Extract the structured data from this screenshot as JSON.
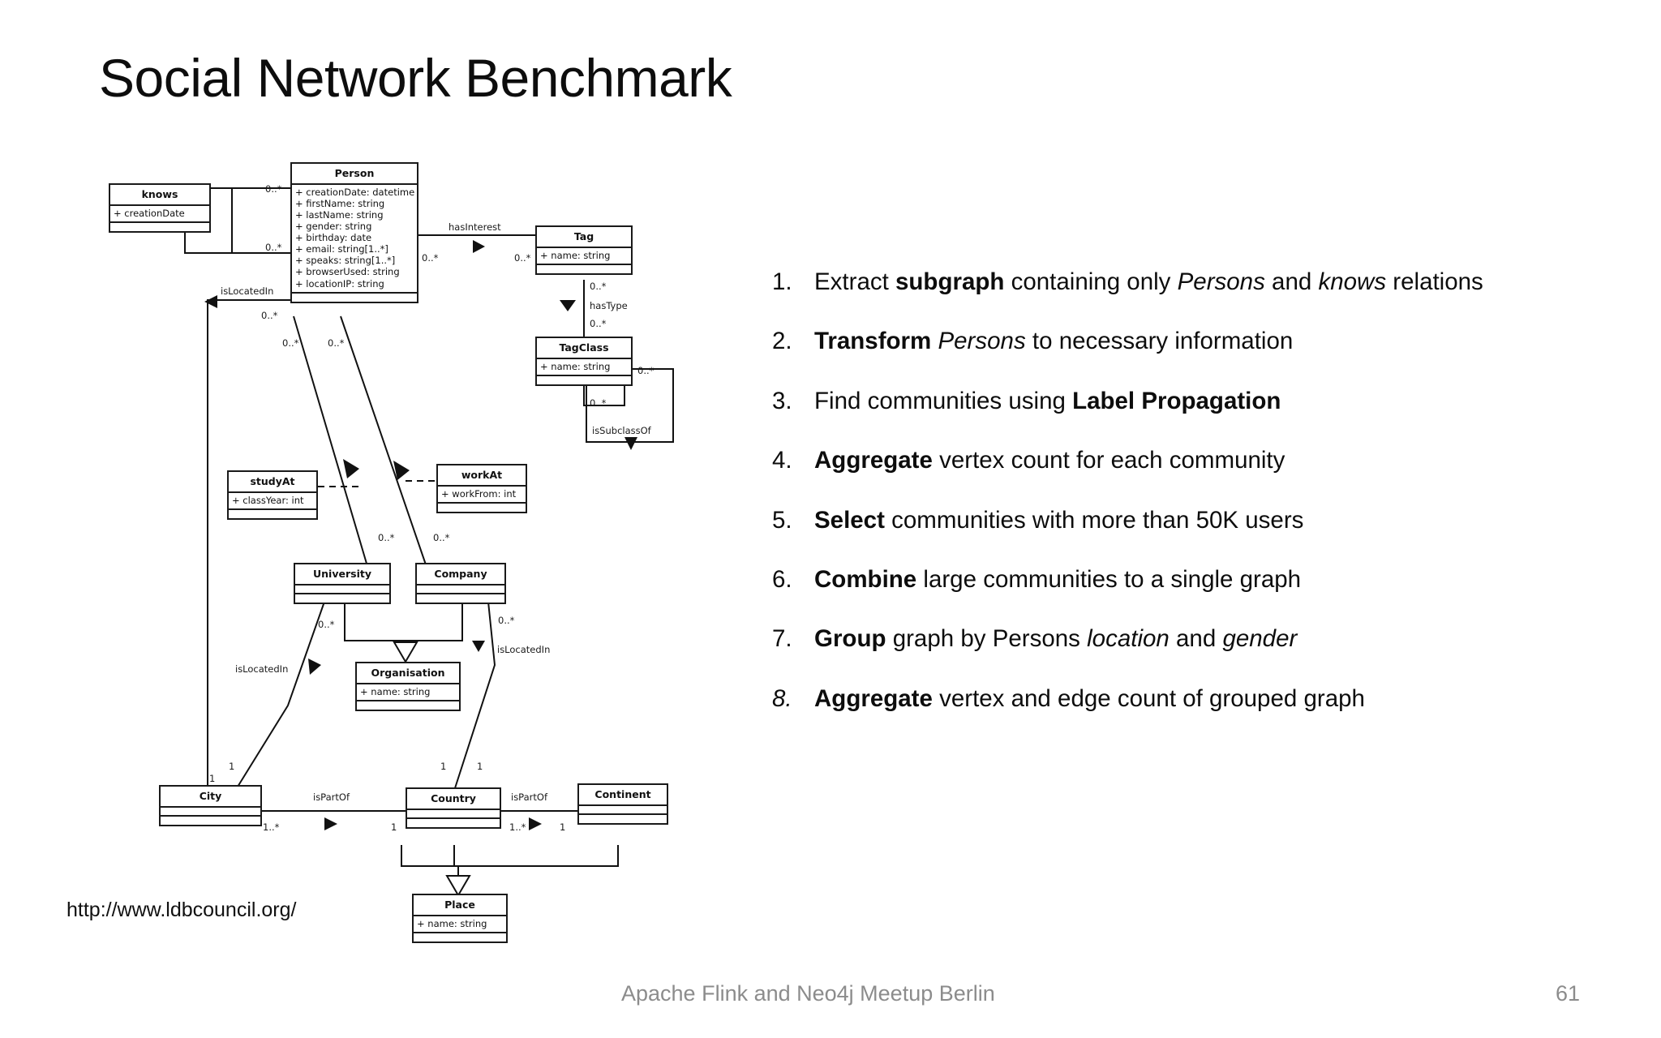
{
  "slide": {
    "title": "Social Network Benchmark",
    "source_url": "http://www.ldbcouncil.org/",
    "footer": {
      "text": "Apache Flink and Neo4j Meetup Berlin",
      "page_number": "61"
    }
  },
  "diagram": {
    "type": "uml-class-diagram",
    "classes": [
      {
        "id": "knows",
        "name": "knows",
        "attributes": [
          "+ creationDate"
        ]
      },
      {
        "id": "person",
        "name": "Person",
        "attributes": [
          "+ creationDate: datetime",
          "+ firstName: string",
          "+ lastName: string",
          "+ gender: string",
          "+ birthday: date",
          "+ email: string[1..*]",
          "+ speaks: string[1..*]",
          "+ browserUsed: string",
          "+ locationIP: string"
        ]
      },
      {
        "id": "tag",
        "name": "Tag",
        "attributes": [
          "+ name: string"
        ]
      },
      {
        "id": "tagclass",
        "name": "TagClass",
        "attributes": [
          "+ name: string"
        ]
      },
      {
        "id": "studyat",
        "name": "studyAt",
        "attributes": [
          "+ classYear: int"
        ]
      },
      {
        "id": "workat",
        "name": "workAt",
        "attributes": [
          "+ workFrom: int"
        ]
      },
      {
        "id": "university",
        "name": "University",
        "attributes": []
      },
      {
        "id": "company",
        "name": "Company",
        "attributes": []
      },
      {
        "id": "organisation",
        "name": "Organisation",
        "attributes": [
          "+ name: string"
        ]
      },
      {
        "id": "city",
        "name": "City",
        "attributes": []
      },
      {
        "id": "country",
        "name": "Country",
        "attributes": []
      },
      {
        "id": "continent",
        "name": "Continent",
        "attributes": []
      },
      {
        "id": "place",
        "name": "Place",
        "attributes": [
          "+ name: string"
        ]
      }
    ],
    "association_labels": [
      "hasInterest",
      "hasType",
      "isSubclassOf",
      "isLocatedIn",
      "isLocatedIn",
      "isLocatedIn",
      "isPartOf",
      "isPartOf"
    ],
    "multiplicities": [
      "0..*",
      "0..*",
      "0..*",
      "0..*",
      "0..*",
      "0..*",
      "0..*",
      "0..*",
      "0..*",
      "0..*",
      "0..*",
      "0..*",
      "0..*",
      "0..*",
      "1",
      "1",
      "1",
      "1",
      "1",
      "1..*",
      "1..*",
      "1"
    ],
    "labels": {
      "hasInterest": "hasInterest",
      "hasType": "hasType",
      "isSubclassOf": "isSubclassOf",
      "isLocatedIn": "isLocatedIn",
      "isPartOf": "isPartOf",
      "many": "0..*",
      "one": "1",
      "oneOrMany": "1..*"
    }
  },
  "steps": [
    {
      "num": "1.",
      "num_italic": false,
      "parts": [
        {
          "t": "Extract ",
          "s": "n"
        },
        {
          "t": "subgraph",
          "s": "b"
        },
        {
          "t": " containing only ",
          "s": "n"
        },
        {
          "t": "Persons",
          "s": "i"
        },
        {
          "t": " and ",
          "s": "n"
        },
        {
          "t": "knows",
          "s": "i"
        },
        {
          "t": " relations",
          "s": "n"
        }
      ]
    },
    {
      "num": "2.",
      "num_italic": false,
      "parts": [
        {
          "t": "Transform",
          "s": "b"
        },
        {
          "t": " ",
          "s": "n"
        },
        {
          "t": "Persons",
          "s": "i"
        },
        {
          "t": " to necessary information",
          "s": "n"
        }
      ]
    },
    {
      "num": "3.",
      "num_italic": false,
      "parts": [
        {
          "t": "Find communities using ",
          "s": "n"
        },
        {
          "t": "Label Propagation",
          "s": "b"
        }
      ]
    },
    {
      "num": "4.",
      "num_italic": false,
      "parts": [
        {
          "t": "Aggregate",
          "s": "b"
        },
        {
          "t": " vertex count for each community",
          "s": "n"
        }
      ]
    },
    {
      "num": "5.",
      "num_italic": false,
      "parts": [
        {
          "t": "Select",
          "s": "b"
        },
        {
          "t": " communities with more than 50K users",
          "s": "n"
        }
      ]
    },
    {
      "num": "6.",
      "num_italic": false,
      "parts": [
        {
          "t": "Combine",
          "s": "b"
        },
        {
          "t": " large communities to a single graph",
          "s": "n"
        }
      ]
    },
    {
      "num": "7.",
      "num_italic": false,
      "parts": [
        {
          "t": "Group",
          "s": "b"
        },
        {
          "t": " graph by Persons ",
          "s": "n"
        },
        {
          "t": "location",
          "s": "i"
        },
        {
          "t": " and ",
          "s": "n"
        },
        {
          "t": "gender",
          "s": "i"
        }
      ]
    },
    {
      "num": "8.",
      "num_italic": true,
      "parts": [
        {
          "t": "Aggregate",
          "s": "b"
        },
        {
          "t": " vertex and edge count of grouped graph",
          "s": "n"
        }
      ]
    }
  ]
}
